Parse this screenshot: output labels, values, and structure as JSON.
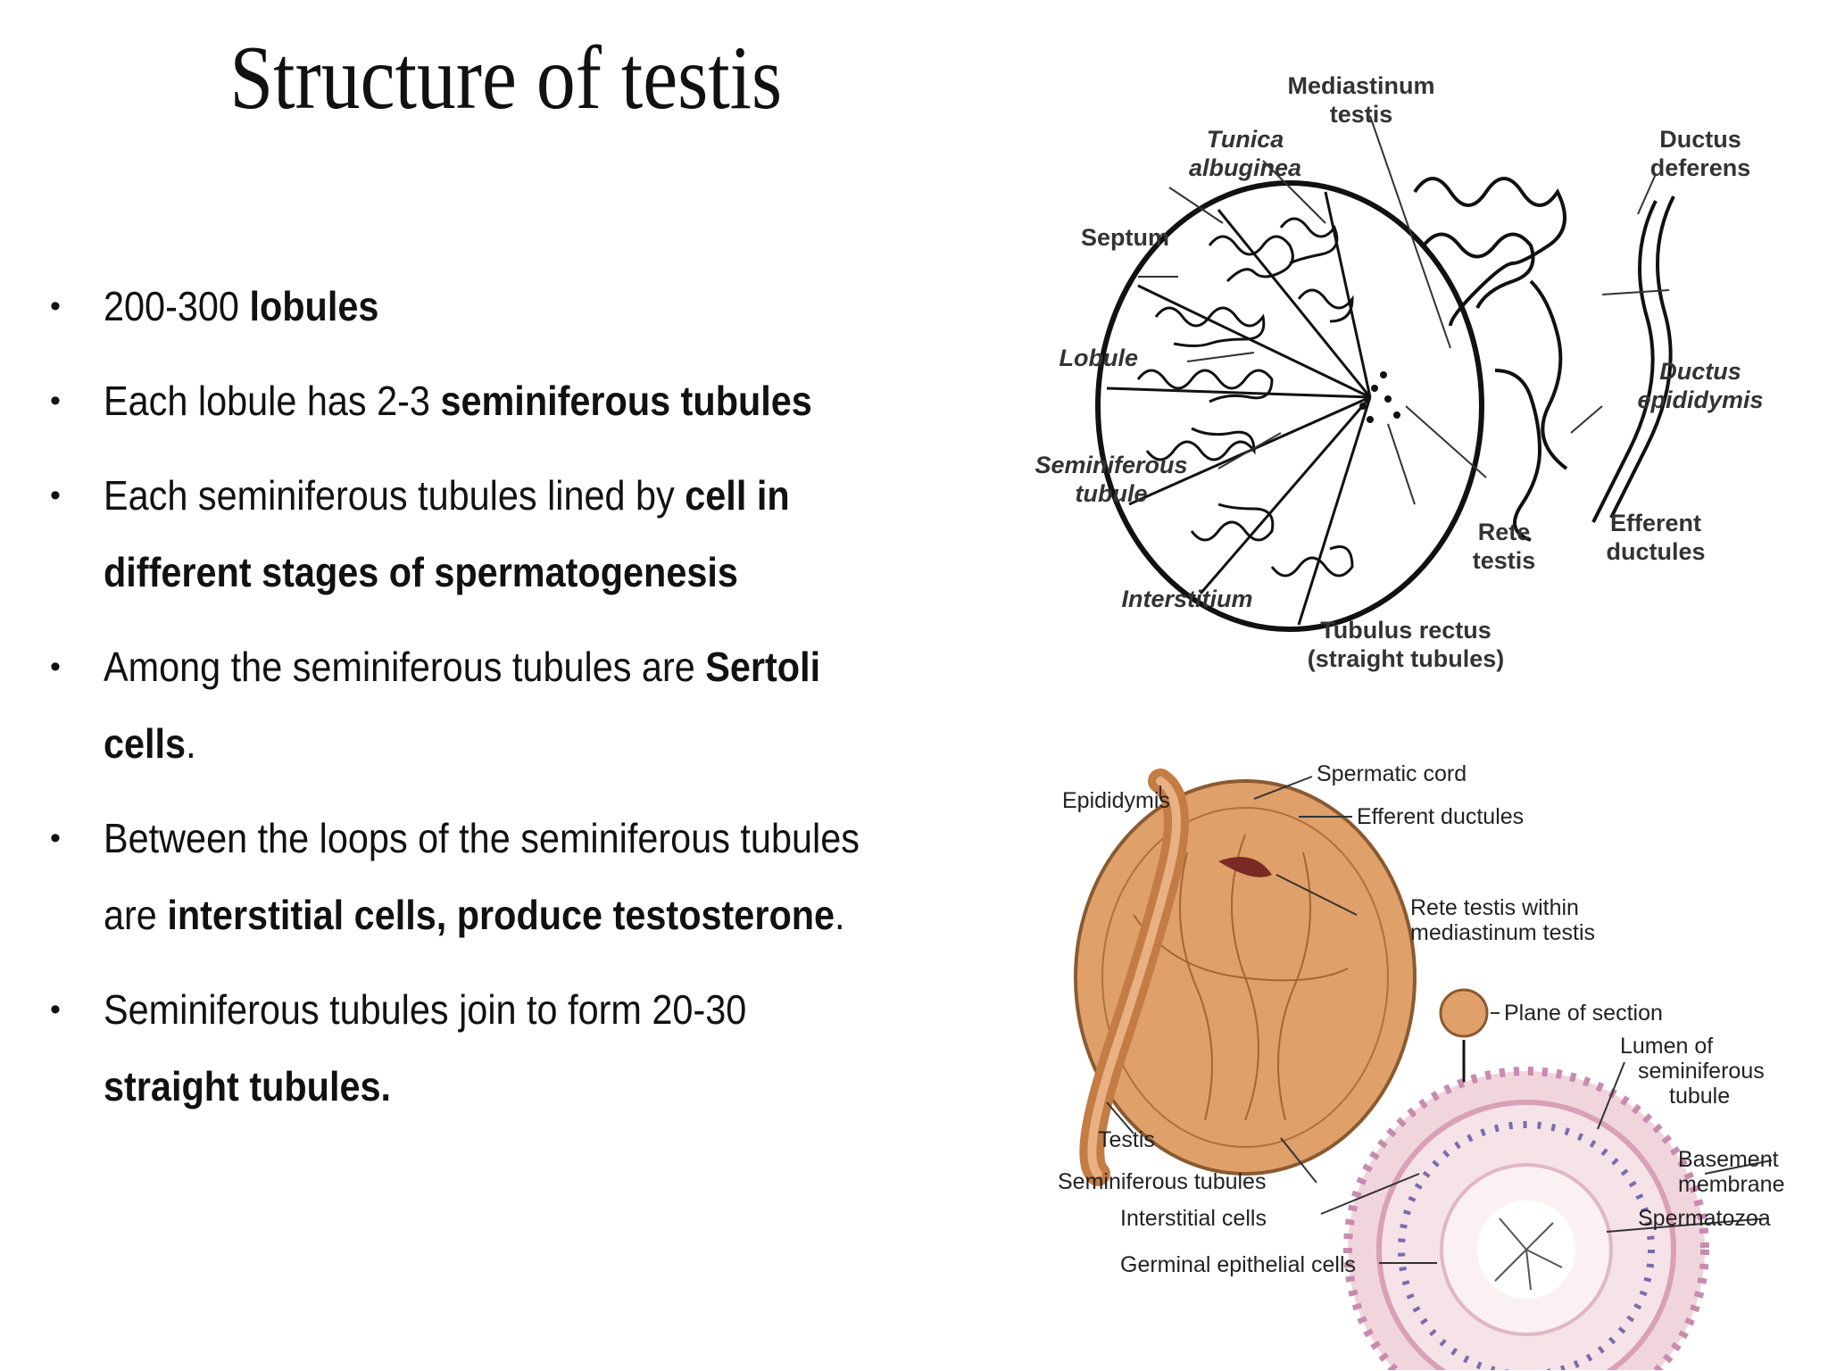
{
  "title": "Structure of testis",
  "bullets": [
    {
      "plain": "200-300 ",
      "bold": "lobules",
      "tail": ""
    },
    {
      "plain": "Each lobule has 2-3 ",
      "bold": "seminiferous tubules",
      "tail": ""
    },
    {
      "plain": "Each seminiferous tubules lined by ",
      "bold": "cell in different stages of spermatogenesis",
      "tail": ""
    },
    {
      "plain": "Among the seminiferous tubules are ",
      "bold": "Sertoli cells",
      "tail": "."
    },
    {
      "plain": "Between the loops of the seminiferous tubules are ",
      "bold": "interstitial cells, produce testosterone",
      "tail": "."
    },
    {
      "plain": "Seminiferous tubules join to form 20-30 ",
      "bold": "straight tubules.",
      "tail": ""
    }
  ],
  "figure_top": {
    "labels": {
      "mediastinum": "Mediastinum",
      "mediastinum2": "testis",
      "tunica": "Tunica",
      "tunica2": "albuginea",
      "ductus_def": "Ductus",
      "ductus_def2": "deferens",
      "septum": "Septum",
      "lobule": "Lobule",
      "ductus_epi": "Ductus",
      "ductus_epi2": "epididymis",
      "semtub": "Seminiferous",
      "semtub2": "tubule",
      "rete": "Rete",
      "rete2": "testis",
      "efferent": "Efferent",
      "efferent2": "ductules",
      "interstitium": "Interstitium",
      "tubulus": "Tubulus rectus",
      "tubulus2": "(straight tubules)"
    }
  },
  "figure_bottom": {
    "labels": {
      "spermatic": "Spermatic cord",
      "epididymis": "Epididymis",
      "efferent": "Efferent ductules",
      "rete": "Rete testis within",
      "rete2": "mediastinum testis",
      "plane": "Plane of section",
      "lumen": "Lumen of",
      "lumen2": "seminiferous",
      "lumen3": "tubule",
      "testis": "Testis",
      "basement": "Basement",
      "basement2": "membrane",
      "semtubules": "Seminiferous tubules",
      "interstitial": "Interstitial cells",
      "spermatozoa": "Spermatozoa",
      "germinal": "Germinal epithelial cells"
    }
  }
}
